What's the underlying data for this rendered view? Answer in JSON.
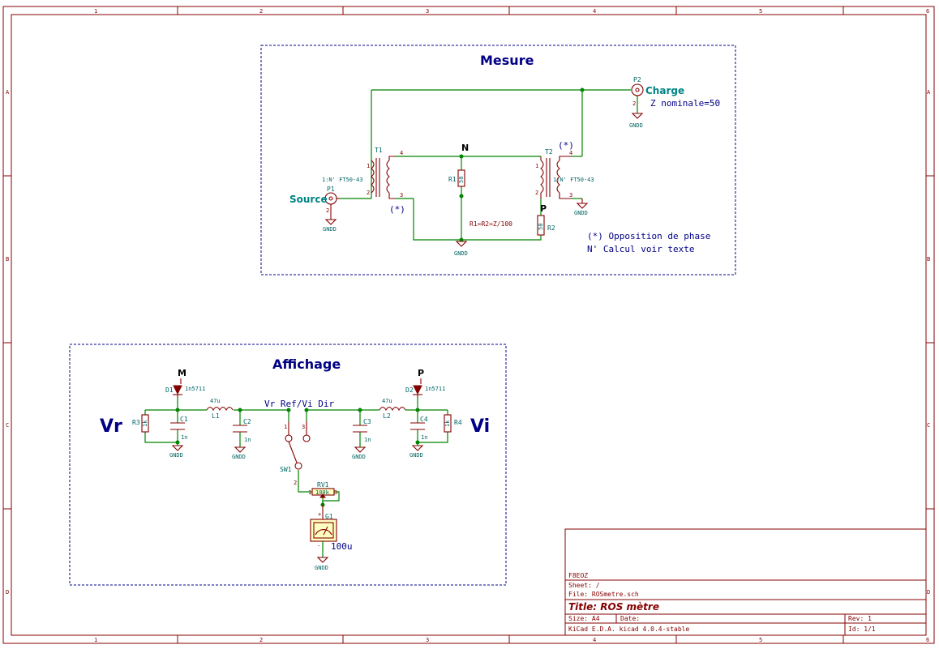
{
  "frame": {
    "col_labels": [
      "1",
      "2",
      "3",
      "4",
      "5",
      "6"
    ],
    "row_labels": [
      "A",
      "B",
      "C",
      "D"
    ]
  },
  "mesure": {
    "title": "Mesure",
    "charge_ref": "P2",
    "charge_label": "Charge",
    "z_note": "Z nominale=50",
    "source_ref": "P1",
    "source_label": "Source",
    "t1_ref": "T1",
    "t1_value": "1:N' FT50-43",
    "t2_ref": "T2",
    "t2_value": "1:N' FT50-43",
    "r1_ref": "R1",
    "r1_value": "50",
    "r2_ref": "R2",
    "r2_value": "50",
    "r_note": "R1=R2=Z/100",
    "net_n": "N",
    "net_p": "P",
    "star1": "(*)",
    "star2": "(*)",
    "note1": "(*) Opposition de phase",
    "note2": "N' Calcul voir texte",
    "gnd": "GNDD"
  },
  "affichage": {
    "title": "Affichage",
    "net_m": "M",
    "net_p": "P",
    "d1_ref": "D1",
    "d1_value": "1n5711",
    "d2_ref": "D2",
    "d2_value": "1n5711",
    "l1_ref": "L1",
    "l1_value": "47u",
    "l2_ref": "L2",
    "l2_value": "47u",
    "c1_ref": "C1",
    "c1_value": "1n",
    "c2_ref": "C2",
    "c2_value": "1n",
    "c3_ref": "C3",
    "c3_value": "1n",
    "c4_ref": "C4",
    "c4_value": "1n",
    "r3_ref": "R3",
    "r3_value": "1k",
    "r4_ref": "R4",
    "r4_value": "1k",
    "sw_ref": "SW1",
    "sw_label": "Vr Ref/Vi Dir",
    "rv_ref": "RV1",
    "rv_value": "100k",
    "g_ref": "G1",
    "g_value": "100u",
    "vr": "Vr",
    "vi": "Vi",
    "gnd": "GNDD"
  },
  "title_block": {
    "company": "F8EOZ",
    "sheet": "Sheet: /",
    "file": "File: ROSmetre.sch",
    "title": "Title: ROS mètre",
    "size": "Size: A4",
    "date": "Date:",
    "rev": "Rev: 1",
    "tool": "KiCad E.D.A.  kicad 4.0.4-stable",
    "id": "Id: 1/1"
  }
}
